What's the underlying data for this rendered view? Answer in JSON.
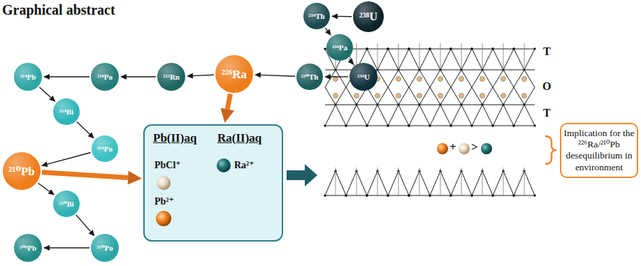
{
  "diagram": {
    "title": "Graphical abstract",
    "nodes": [
      {
        "text": [
          "²³⁴Th"
        ]
      },
      {
        "text": [
          "²³⁸U"
        ]
      },
      {
        "text": [
          "²³⁴Pa"
        ]
      },
      {
        "text": [
          "²³⁴U"
        ]
      },
      {
        "text": [
          "²³⁰Th"
        ]
      },
      {
        "text": [
          "²²⁶Ra"
        ]
      },
      {
        "text": [
          "²²²Rn"
        ]
      },
      {
        "text": [
          "²¹⁸Po"
        ]
      },
      {
        "text": [
          "²¹⁴Pb"
        ]
      },
      {
        "text": [
          "²¹⁴Bi"
        ]
      },
      {
        "text": [
          "²¹⁰Pb"
        ]
      },
      {
        "text": [
          "²¹⁴Po"
        ]
      },
      {
        "text": [
          "²¹⁰Bi"
        ]
      },
      {
        "text": [
          "²⁰⁶Pb"
        ]
      },
      {
        "text": [
          "²¹⁰Po"
        ]
      },
      {
        "text": [
          "Pb(II)aq",
          "Ra(II)aq",
          "PbCl⁺",
          "Ra²⁺",
          "Pb²⁺"
        ]
      },
      {
        "text": [
          "Implication for the ²²⁶Ra/²¹⁰Pb desequilibrium in environment"
        ]
      }
    ],
    "edges": [
      {
        "from": 1,
        "to": 0,
        "arrow": "to"
      },
      {
        "from": 0,
        "to": 2,
        "arrow": "to"
      },
      {
        "from": 2,
        "to": 3,
        "arrow": "to"
      },
      {
        "from": 3,
        "to": 4,
        "arrow": "to"
      },
      {
        "from": 4,
        "to": 5,
        "arrow": "to"
      },
      {
        "from": 5,
        "to": 6,
        "arrow": "to"
      },
      {
        "from": 6,
        "to": 7,
        "arrow": "to"
      },
      {
        "from": 7,
        "to": 8,
        "arrow": "to"
      },
      {
        "from": 8,
        "to": 9,
        "arrow": "to"
      },
      {
        "from": 9,
        "to": 11,
        "arrow": "to"
      },
      {
        "from": 11,
        "to": 10,
        "arrow": "to"
      },
      {
        "from": 10,
        "to": 12,
        "arrow": "to"
      },
      {
        "from": 12,
        "to": 14,
        "arrow": "to"
      },
      {
        "from": 14,
        "to": 13,
        "arrow": "to"
      },
      {
        "from": 5,
        "to": 15,
        "arrow": "to"
      },
      {
        "from": 10,
        "to": 15,
        "arrow": "to"
      }
    ],
    "labels": [
      "T",
      "O",
      "T",
      "+",
      ">"
    ]
  }
}
